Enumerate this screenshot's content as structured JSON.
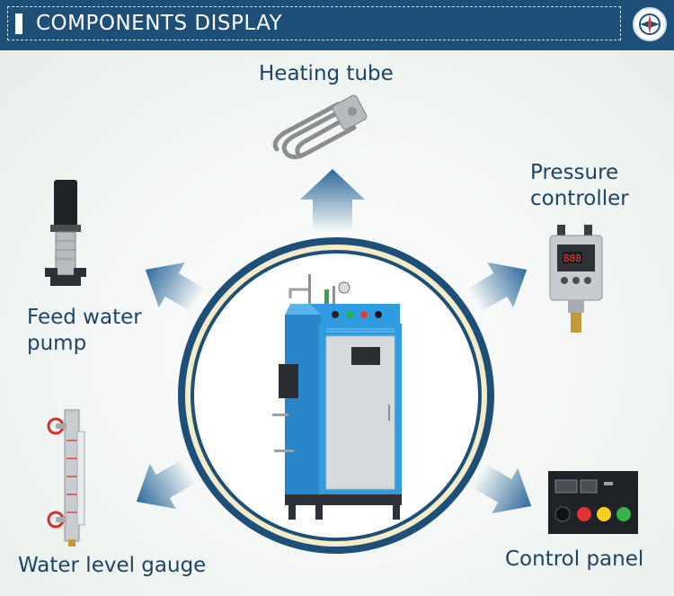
{
  "header": {
    "title": "COMPONENTS  DISPLAY",
    "logo_icon": "brand-logo-icon"
  },
  "components": {
    "heating_tube": "Heating tube",
    "pressure_controller_line1": "Pressure",
    "pressure_controller_line2": "controller",
    "feed_water_pump_line1": "Feed water",
    "feed_water_pump_line2": "pump",
    "water_level_gauge": "Water level gauge",
    "control_panel": "Control  panel"
  },
  "pressure_display": "888",
  "colors": {
    "header_bg": "#1e4f78",
    "label_text": "#1d4462",
    "arrow": "#2f6a9c",
    "boiler_blue": "#2f9be0",
    "ring_outer": "#1e4f78",
    "ring_gold": "#e8d58c"
  }
}
